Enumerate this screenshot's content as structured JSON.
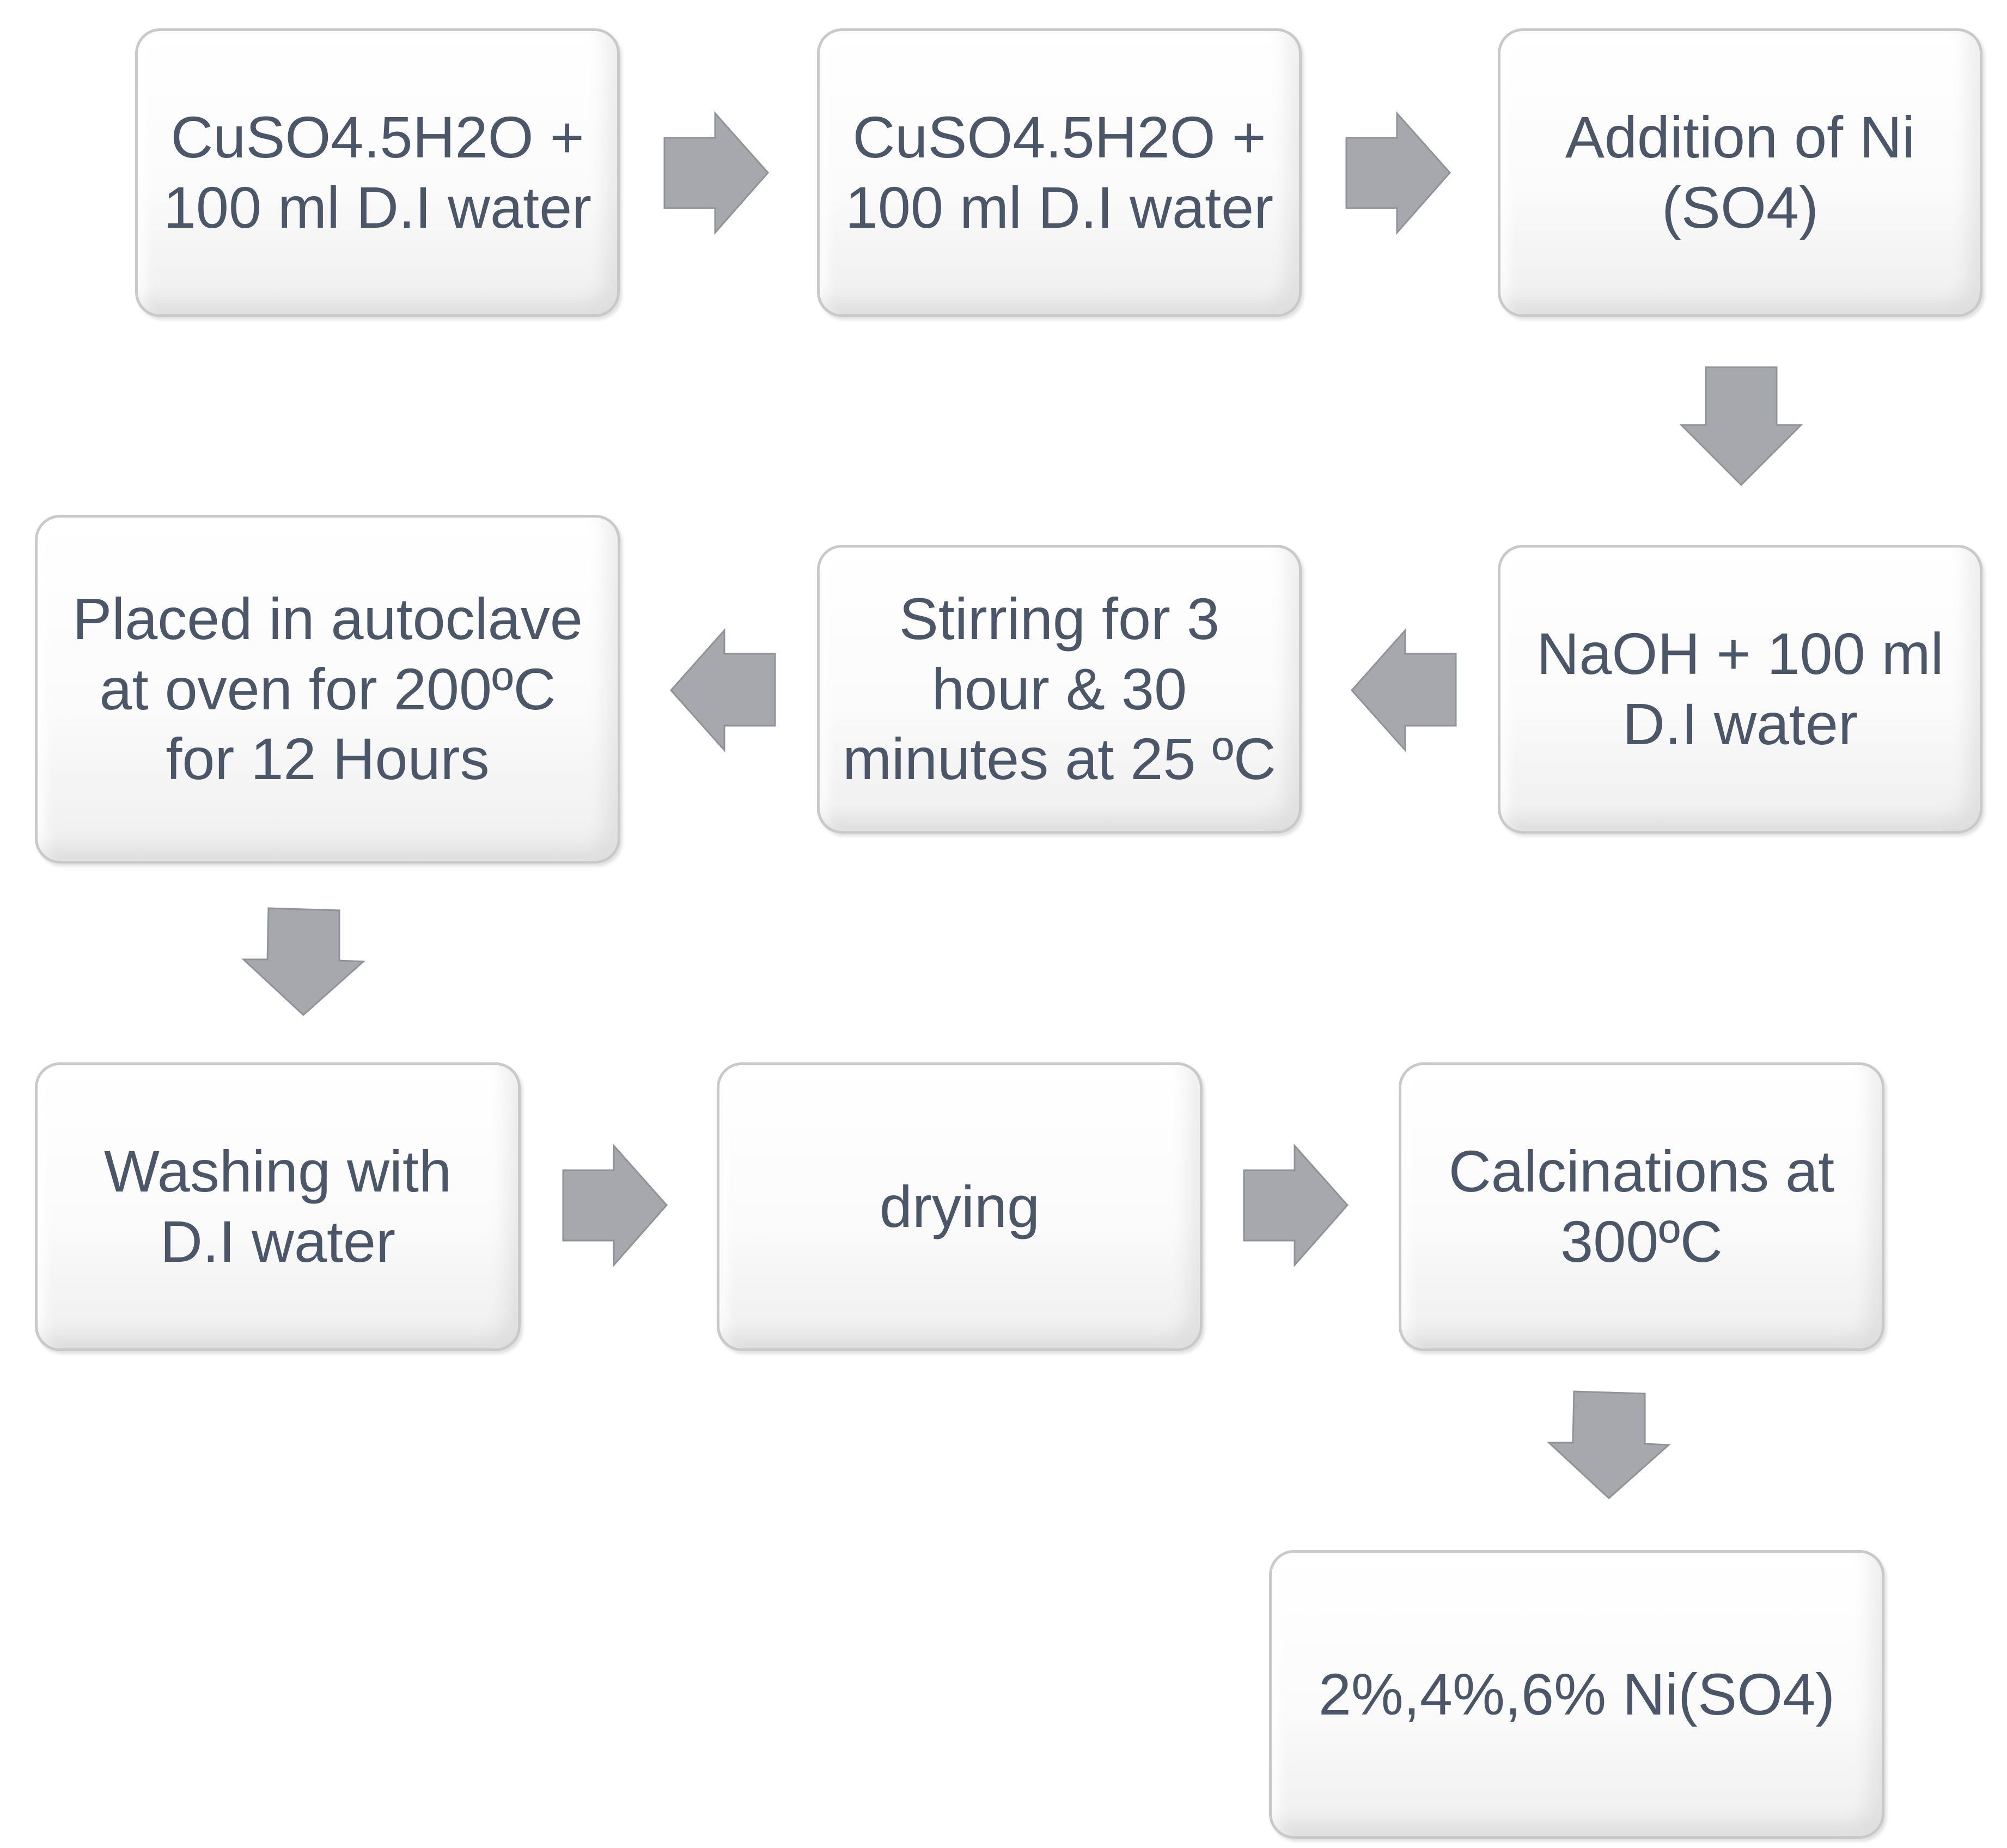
{
  "colors": {
    "box_text": "#4b5668",
    "box_border": "#c9c9c9",
    "arrow_fill": "#a6a8ad"
  },
  "steps": [
    {
      "text": "CuSO4.5H2O +\n100 ml D.I water"
    },
    {
      "text": "CuSO4.5H2O +\n100 ml D.I water"
    },
    {
      "text": "Addition of Ni\n(SO4)"
    },
    {
      "text": "NaOH + 100 ml\nD.I water"
    },
    {
      "text": "Stirring for 3\nhour & 30\nminutes at 25 ºC"
    },
    {
      "text": "Placed in autoclave\nat  oven for 200ºC\nfor 12 Hours"
    },
    {
      "text": "Washing with\nD.I water"
    },
    {
      "text": "drying"
    },
    {
      "text": "Calcinations at\n300ºC"
    },
    {
      "text": "2%,4%,6% Ni(SO4)"
    }
  ],
  "arrows": [
    {
      "icon": "arrow-right-icon"
    },
    {
      "icon": "arrow-right-icon"
    },
    {
      "icon": "arrow-down-icon"
    },
    {
      "icon": "arrow-left-icon"
    },
    {
      "icon": "arrow-left-icon"
    },
    {
      "icon": "arrow-down-icon"
    },
    {
      "icon": "arrow-right-icon"
    },
    {
      "icon": "arrow-right-icon"
    },
    {
      "icon": "arrow-down-icon"
    }
  ]
}
